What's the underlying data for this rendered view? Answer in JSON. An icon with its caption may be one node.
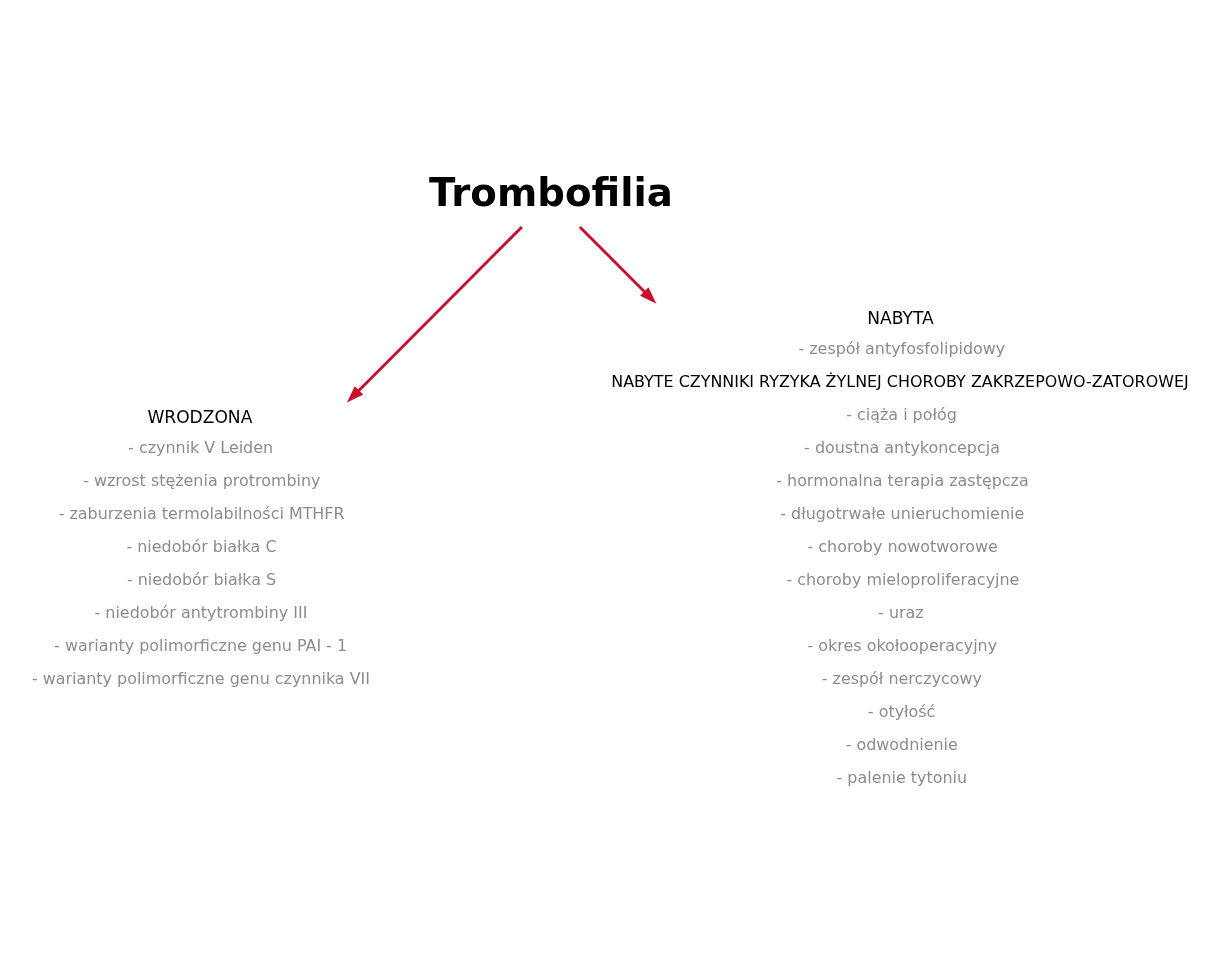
{
  "diagram": {
    "nodes": [
      {
        "text": [
          "Trombofilia"
        ]
      },
      {
        "text": [
          "WRODZONA"
        ],
        "beside": [
          "- czynnik V Leiden",
          "- wzrost stężenia protrombiny",
          "- zaburzenia termolabilności MTHFR",
          "- niedobór białka C",
          "- niedobór białka S",
          "- niedobór antytrombiny III",
          "- warianty polimorficzne genu PAI - 1",
          "- warianty polimorficzne genu czynnika VII"
        ]
      },
      {
        "text": [
          "NABYTA"
        ],
        "beside": [
          "- zespół antyfosfolipidowy",
          "NABYTE CZYNNIKI RYZYKA ŻYLNEJ CHOROBY ZAKRZEPOWO-ZATOROWEJ",
          "- ciąża i połóg",
          "- doustna antykoncepcja",
          "- hormonalna terapia zastępcza",
          "- długotrwałe unieruchomienie",
          "- choroby nowotworowe",
          "- choroby mieloproliferacyjne",
          "- uraz",
          "- okres okołooperacyjny",
          "- zespół nerczycowy",
          "- otyłość",
          "- odwodnienie",
          "- palenie tytoniu"
        ]
      }
    ],
    "edges": [
      {
        "from": 0,
        "to": 1,
        "arrow": "to"
      },
      {
        "from": 0,
        "to": 2,
        "arrow": "to"
      }
    ]
  }
}
